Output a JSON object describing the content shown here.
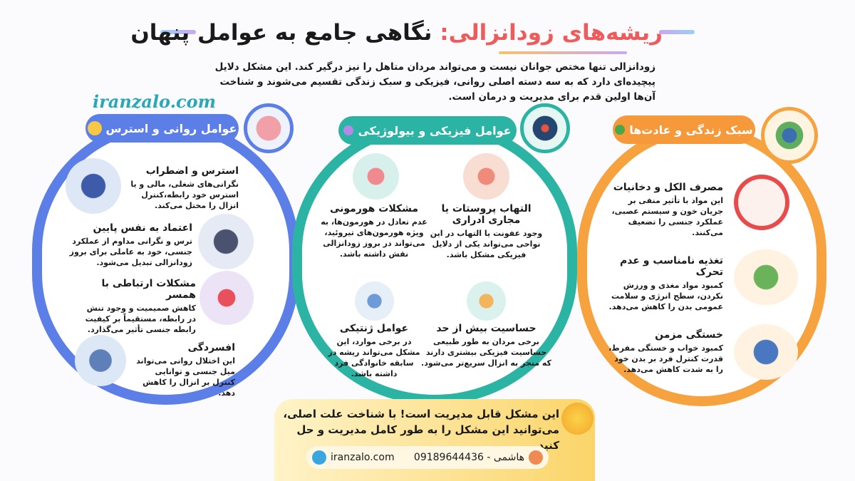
{
  "header": {
    "title_highlight": "ریشه‌های زودانزالی:",
    "title_rest": " نگاهی جامع به عوامل پنهان",
    "intro": "زودانزالی تنها مختص جوانان نیست و می‌تواند مردان متاهل را نیز درگیر کند. این مشکل دلایل پیچیده‌ای دارد که به سه دسته اصلی روانی، فیزیکی و سبک زندگی تقسیم می‌شوند و شناخت آن‌ها اولین قدم برای مدیریت و درمان است.",
    "site": "iranzalo.com"
  },
  "colors": {
    "psych": "#5b7fe6",
    "physical": "#2bb3a3",
    "lifestyle": "#f5993a",
    "accent": "#ef5a5a"
  },
  "psych": {
    "title": "عوامل روانی و استرس",
    "icon": "brain-gears-icon",
    "items": [
      {
        "title": "استرس و اضطراب",
        "text": "نگرانی‌های شغلی، مالی و یا استرس خود رابطه،کنترل انزال را مختل می‌کند.",
        "icon": "stressed-man-icon"
      },
      {
        "title": "اعتماد به نفس پایین",
        "text": "ترس و نگرانی مداوم از عملکرد جنسی، خود به عاملی برای بروز زودانزالی تبدیل می‌شود.",
        "icon": "mirror-icon"
      },
      {
        "title": "مشکلات ارتباطی با همسر",
        "text": "کاهش صمیمیت و وجود تنش در رابطه، مستقیماً بر کیفیت رابطه جنسی تأثیر می‌گذارد.",
        "icon": "broken-heart-icon"
      },
      {
        "title": "افسردگی",
        "text": "این اختلال روانی می‌تواند میل جنسی و توانایی کنترل بر انزال را کاهش دهد.",
        "icon": "rain-cloud-icon"
      }
    ]
  },
  "physical": {
    "title": "عوامل فیزیکی و بیولوژیکی",
    "icon": "body-icon",
    "items": [
      {
        "title": "التهاب پروستات یا مجاری ادراری",
        "text": "وجود عفونت یا التهاب در این نواحی می‌تواند یکی از دلایل فیزیکی مشکل باشد.",
        "icon": "prostate-icon"
      },
      {
        "title": "مشکلات هورمونی",
        "text": "عدم تعادل در هورمون‌ها، به ویژه هورمون‌های تیروئید، می‌تواند در بروز زودانزالی نقش داشته باشد.",
        "icon": "thyroid-scale-icon"
      },
      {
        "title": "حساسیت بیش از حد",
        "text": "برخی مردان به طور طبیعی حساسیت فیزیکی بیشتری دارند که منجر به انزال سریع‌تر می‌شود.",
        "icon": "nerve-cell-icon"
      },
      {
        "title": "عوامل ژنتیکی",
        "text": "در برخی موارد، این مشکل می‌تواند ریشه در سابقه خانوادگی فرد داشته باشد.",
        "icon": "dna-family-icon"
      }
    ]
  },
  "lifestyle": {
    "title": "سبک زندگی و عادت‌ها",
    "icon": "runner-icon",
    "items": [
      {
        "title": "مصرف الکل و دخانیات",
        "text": "این مواد با تأثیر منفی بر جریان خون و سیستم عصبی، عملکرد جنسی را تضعیف می‌کنند.",
        "icon": "no-smoking-alcohol-icon"
      },
      {
        "title": "تغذیه نامناسب و عدم تحرک",
        "text": "کمبود مواد مغذی و ورزش نکردن، سطح انرژی و سلامت عمومی بدن را کاهش می‌دهد.",
        "icon": "salad-runner-icon"
      },
      {
        "title": "خستگی مزمن",
        "text": "کمبود خواب و خستگی مفرط، قدرت کنترل فرد بر بدن خود را به شدت کاهش می‌دهد.",
        "icon": "tired-bed-icon"
      }
    ]
  },
  "footer": {
    "quote": "این مشکل قابل مدیریت است! با شناخت علت اصلی، می‌توانید این مشکل را به طور کامل مدیریت و حل کنید.",
    "phone": "هاشمی - 09189644436",
    "website": "iranzalo.com"
  }
}
